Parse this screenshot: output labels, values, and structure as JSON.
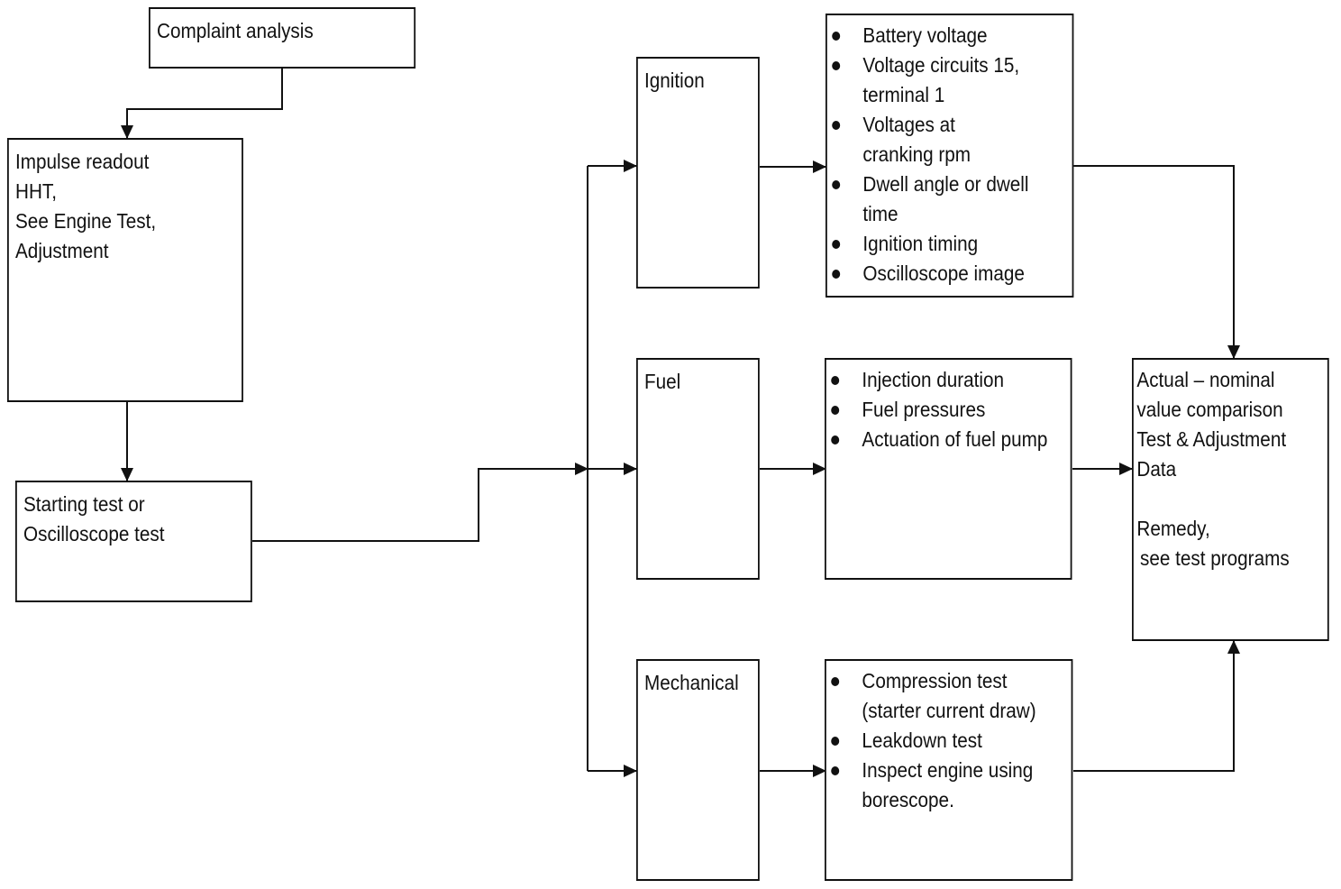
{
  "complaint": {
    "label": "Complaint analysis"
  },
  "impulse": {
    "lines": [
      "Impulse readout",
      "HHT,",
      "See Engine Test,",
      "Adjustment"
    ]
  },
  "starting": {
    "lines": [
      "Starting test or",
      "Oscilloscope test"
    ]
  },
  "systems": {
    "ignition": "Ignition",
    "fuel": "Fuel",
    "mechanical": "Mechanical"
  },
  "checks": {
    "ignition": [
      [
        "Battery voltage"
      ],
      [
        "Voltage circuits 15,",
        "terminal 1"
      ],
      [
        "Voltages at",
        "cranking rpm"
      ],
      [
        "Dwell angle or dwell",
        "time"
      ],
      [
        "Ignition timing"
      ],
      [
        "Oscilloscope image"
      ]
    ],
    "fuel": [
      [
        "Injection duration"
      ],
      [
        "Fuel pressures"
      ],
      [
        "Actuation of fuel pump"
      ]
    ],
    "mechanical": [
      [
        "Compression test",
        "(starter current draw)"
      ],
      [
        "Leakdown test"
      ],
      [
        "Inspect engine using",
        "borescope."
      ]
    ]
  },
  "result": {
    "lines": [
      "Actual – nominal",
      "value comparison",
      "Test & Adjustment",
      "Data"
    ],
    "remedy": [
      "Remedy,",
      "see test programs"
    ]
  },
  "colors": {
    "ink": "#111111",
    "paper": "#ffffff"
  }
}
